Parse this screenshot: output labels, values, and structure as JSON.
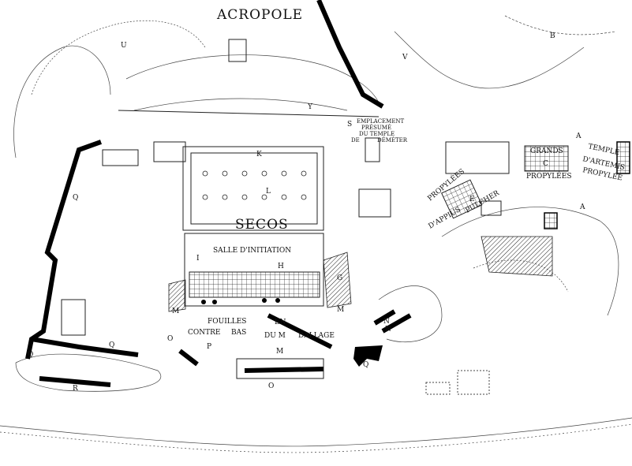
{
  "title": "Plan of the sanctuary site",
  "labels": {
    "acropole": "ACROPOLE",
    "secos": "SECOS",
    "salle": "SALLE D'INITIATION",
    "fouilles": "FOUILLES",
    "contre": "CONTRE",
    "bas": "BAS",
    "en": "EN",
    "du_m": "DU M",
    "dallage": "DALLAGE",
    "empl1": "EMPLACEMENT",
    "empl2": "PRÉSUMÉ",
    "empl3": "DU TEMPLE",
    "empl4": "DE",
    "empl5": "DÉMÉTER",
    "propylees_appius1": "PROPYLÉES",
    "propylees_appius2": "D'APPIUS",
    "pulcher": "PULCHER",
    "grands": "GRANDS",
    "grands_propylees": "PROPYLÉES",
    "temple": "TEMPLE",
    "artemis": "D'ARTEMIS",
    "propylee": "PROPYLÉE"
  },
  "letters": {
    "A": "A",
    "B": "B",
    "C": "C",
    "E": "E",
    "G": "G",
    "H": "H",
    "I": "I",
    "K": "K",
    "L": "L",
    "M": "M",
    "N": "N",
    "O": "O",
    "P": "P",
    "Q": "Q",
    "R": "R",
    "S": "S",
    "U": "U",
    "V": "V",
    "Y": "Y"
  }
}
